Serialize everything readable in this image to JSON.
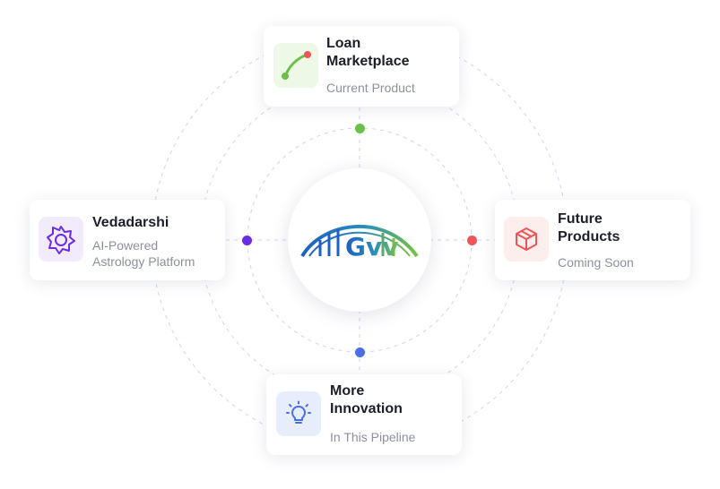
{
  "center": {
    "logo_text": "Gvv"
  },
  "cards": [
    {
      "id": "loan",
      "title_line1": "Loan",
      "title_line2": "Marketplace",
      "subtitle": "Current Product",
      "icon": "curve-arrow-icon",
      "icon_bg": "#eef8e6"
    },
    {
      "id": "vedadarshi",
      "title_line1": "Vedadarshi",
      "subtitle_line1": "AI-Powered",
      "subtitle_line2": "Astrology Platform",
      "icon": "star-icon",
      "icon_bg": "#f1ebfb"
    },
    {
      "id": "future",
      "title_line1": "Future",
      "title_line2": "Products",
      "subtitle": "Coming Soon",
      "icon": "package-icon",
      "icon_bg": "#fdeeee"
    },
    {
      "id": "innovation",
      "title_line1": "More",
      "title_line2": "Innovation",
      "subtitle": "In This Pipeline",
      "icon": "lightbulb-icon",
      "icon_bg": "#e8edfc"
    }
  ],
  "colors": {
    "green": "#6cc04a",
    "purple": "#6a2ce6",
    "red": "#f05454",
    "blue": "#4a6ee8",
    "ring": "#c5c9f3",
    "logo_blue": "#1e5fc6",
    "logo_green": "#7ac143"
  }
}
